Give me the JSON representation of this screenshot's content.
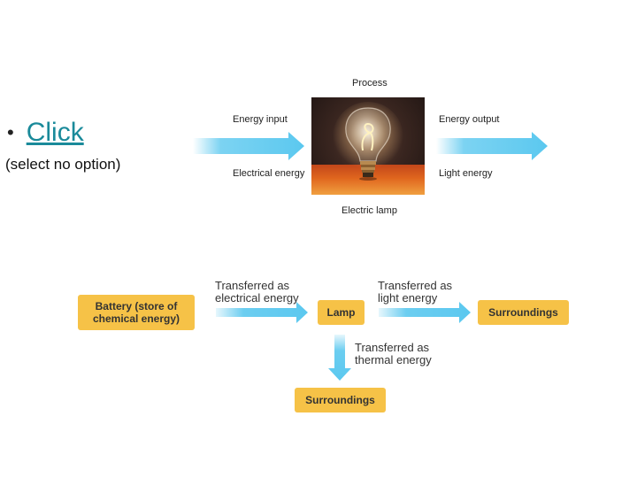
{
  "left": {
    "bullet": "•",
    "link_text": "Click",
    "note": "(select no option)"
  },
  "top_diagram": {
    "process_label": "Process",
    "energy_input_label": "Energy input",
    "energy_input_value": "Electrical energy",
    "energy_output_label": "Energy output",
    "energy_output_value": "Light energy",
    "device_label": "Electric lamp"
  },
  "flow_diagram": {
    "source_box": "Battery (store of\nchemical energy)",
    "lamp_box": "Lamp",
    "right_box": "Surroundings",
    "bottom_box": "Surroundings",
    "arrow1_label": "Transferred as\nelectrical energy",
    "arrow2_label": "Transferred as\nlight energy",
    "arrow3_label": "Transferred as\nthermal energy"
  },
  "colors": {
    "arrow": "#5bc8ef",
    "box": "#f6c247",
    "link": "#1a8a9a"
  }
}
